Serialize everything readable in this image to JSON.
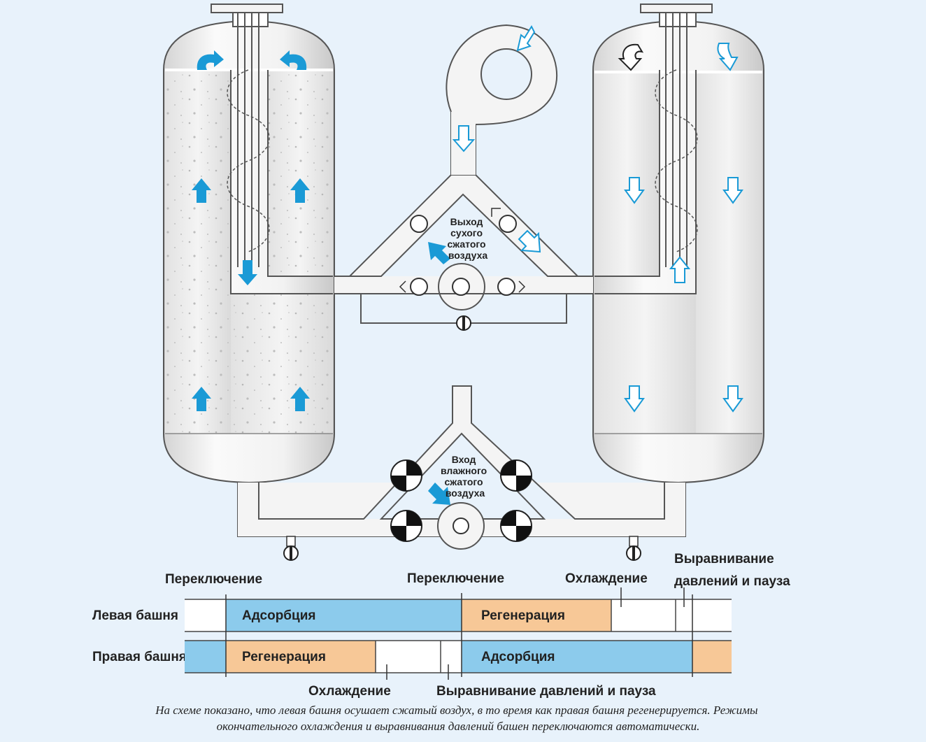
{
  "labels": {
    "dry_air_out": [
      "Выход",
      "сухого",
      "сжатого",
      "воздуха"
    ],
    "wet_air_in": [
      "Вход",
      "влажного",
      "сжатого",
      "воздуха"
    ]
  },
  "timeline": {
    "top_switch_left": "Переключение",
    "top_switch_mid": "Переключение",
    "top_cooling": "Охлаждение",
    "top_equalize": [
      "Выравнивание",
      "давлений и пауза"
    ],
    "left_tower": "Левая башня",
    "right_tower": "Правая башня",
    "left_adsorption": "Адсорбция",
    "left_regeneration": "Регенерация",
    "right_regeneration": "Регенерация",
    "right_adsorption": "Адсорбция",
    "bottom_cooling": "Охлаждение",
    "bottom_equalize": "Выравнивание давлений и пауза"
  },
  "caption": [
    "На схеме показано, что левая башня осушает сжатый воздух, в то время как правая башня регенерируется. Режимы",
    "окончательного охлаждения и выравнивания давлений башен переключаются автоматически."
  ],
  "colors": {
    "background": "#e8f2fb",
    "adsorption": "#8ccbec",
    "regeneration": "#f7c897",
    "arrow_blue": "#1a9ad6"
  }
}
